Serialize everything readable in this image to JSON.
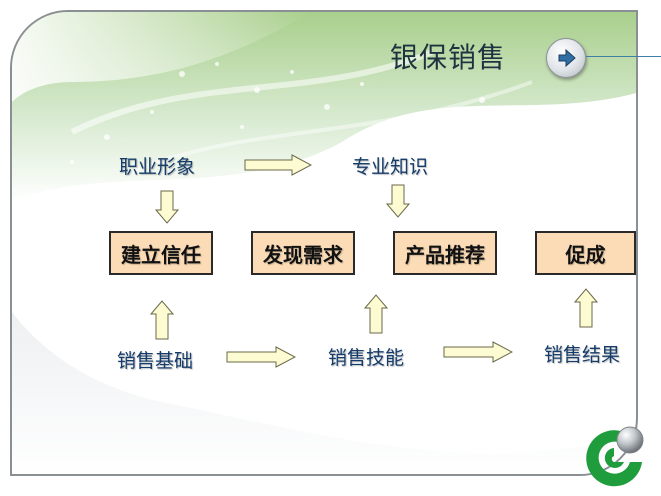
{
  "slide": {
    "title": "银保销售"
  },
  "flow": {
    "top_left": "职业形象",
    "top_right": "专业知识",
    "boxes": [
      "建立信任",
      "发现需求",
      "产品推荐",
      "促成"
    ],
    "bottom_left": "销售基础",
    "bottom_mid": "销售技能",
    "bottom_right": "销售结果"
  },
  "icons": {
    "nav": "arrow-right-icon",
    "logo": "company-logo"
  },
  "colors": {
    "box_fill": "#fbdcb6",
    "arrow_fill": "#fdfbd2",
    "label_text": "#153c6b",
    "logo_green": "#1f9d3c"
  }
}
